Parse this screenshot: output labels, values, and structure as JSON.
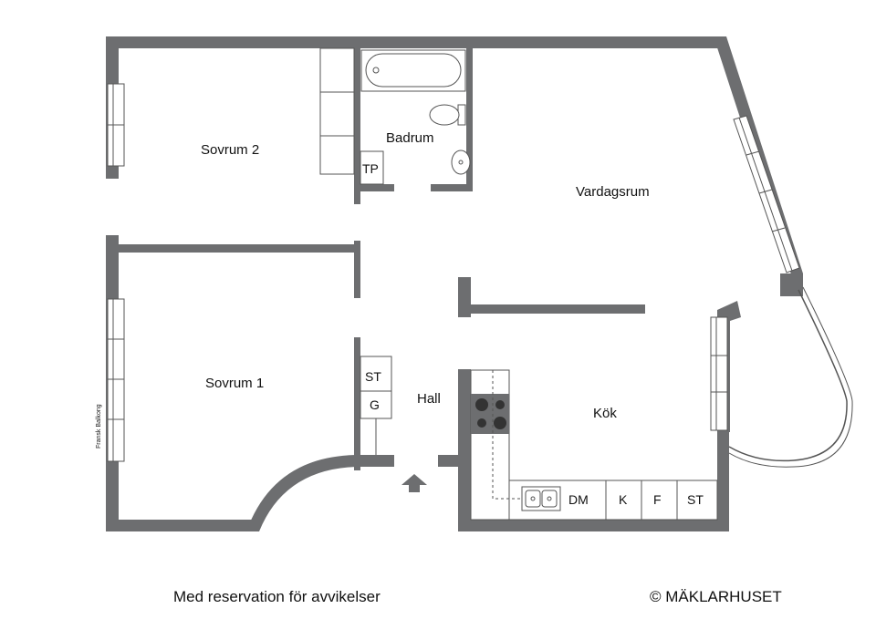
{
  "rooms": {
    "sovrum2": "Sovrum 2",
    "badrum": "Badrum",
    "vardagsrum": "Vardagsrum",
    "sovrum1": "Sovrum 1",
    "hall": "Hall",
    "kok": "Kök"
  },
  "fixtures": {
    "tp": "TP",
    "st_hall": "ST",
    "g": "G",
    "dm": "DM",
    "k": "K",
    "f": "F",
    "st_kitchen": "ST"
  },
  "balcony_label": "Fransk Balkong",
  "footer": {
    "disclaimer": "Med reservation för avvikelser",
    "copyright": "© MÄKLARHUSET"
  },
  "colors": {
    "wall": "#6d6e70",
    "line": "#555555",
    "background": "#ffffff"
  }
}
